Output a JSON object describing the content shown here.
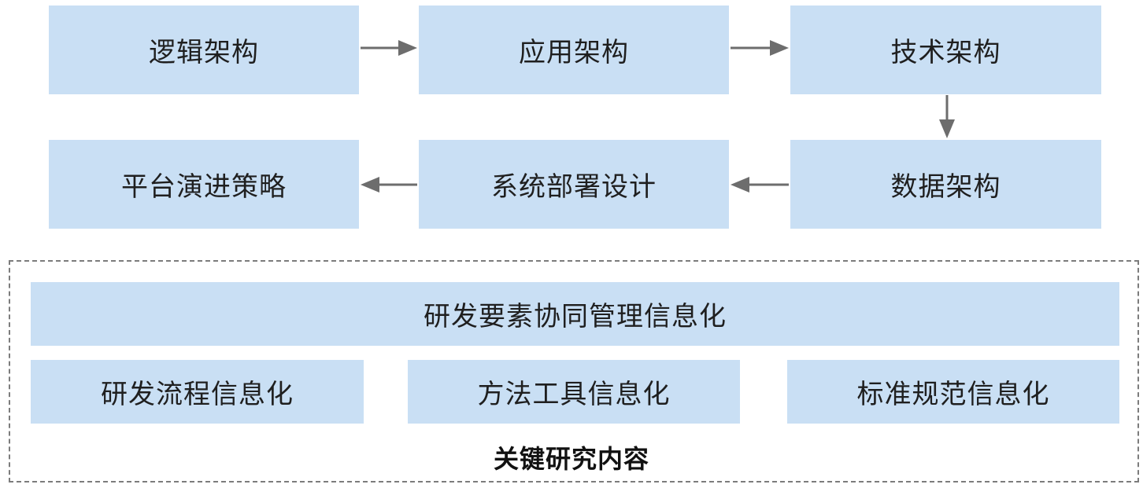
{
  "flow": {
    "logical": "逻辑架构",
    "application": "应用架构",
    "technical": "技术架构",
    "data": "数据架构",
    "deployment": "系统部署设计",
    "platform": "平台演进策略"
  },
  "research": {
    "title": "关键研究内容",
    "collaboration": "研发要素协同管理信息化",
    "process": "研发流程信息化",
    "tools": "方法工具信息化",
    "standards": "标准规范信息化"
  },
  "colors": {
    "box_fill": "#c9dff4",
    "arrow": "#6d6d6d",
    "frame_border": "#7c7c7c"
  }
}
